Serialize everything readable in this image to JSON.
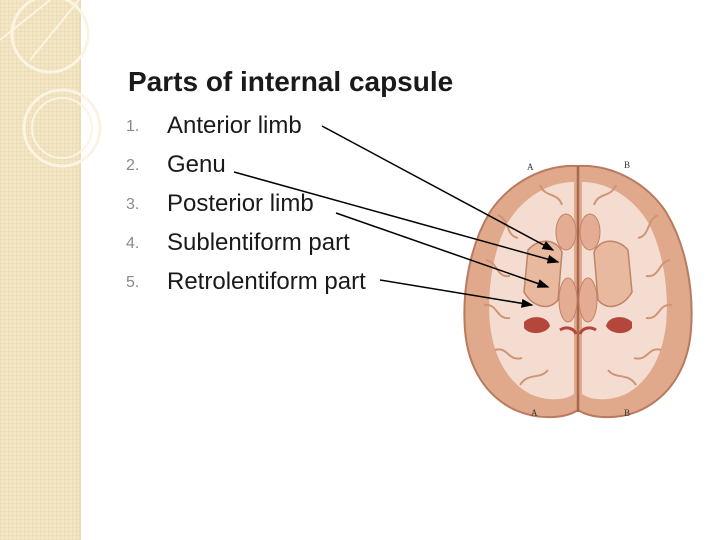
{
  "slide": {
    "title": "Parts of internal capsule",
    "items": [
      {
        "number": "1.",
        "label": "Anterior limb"
      },
      {
        "number": "2.",
        "label": "Genu"
      },
      {
        "number": "3.",
        "label": "Posterior limb"
      },
      {
        "number": "4.",
        "label": "Sublentiform part"
      },
      {
        "number": "5.",
        "label": "Retrolentiform part"
      }
    ]
  },
  "figure": {
    "corner_labels": {
      "top_left": "A",
      "top_right": "B",
      "bottom_left": "A",
      "bottom_right": "B"
    }
  }
}
